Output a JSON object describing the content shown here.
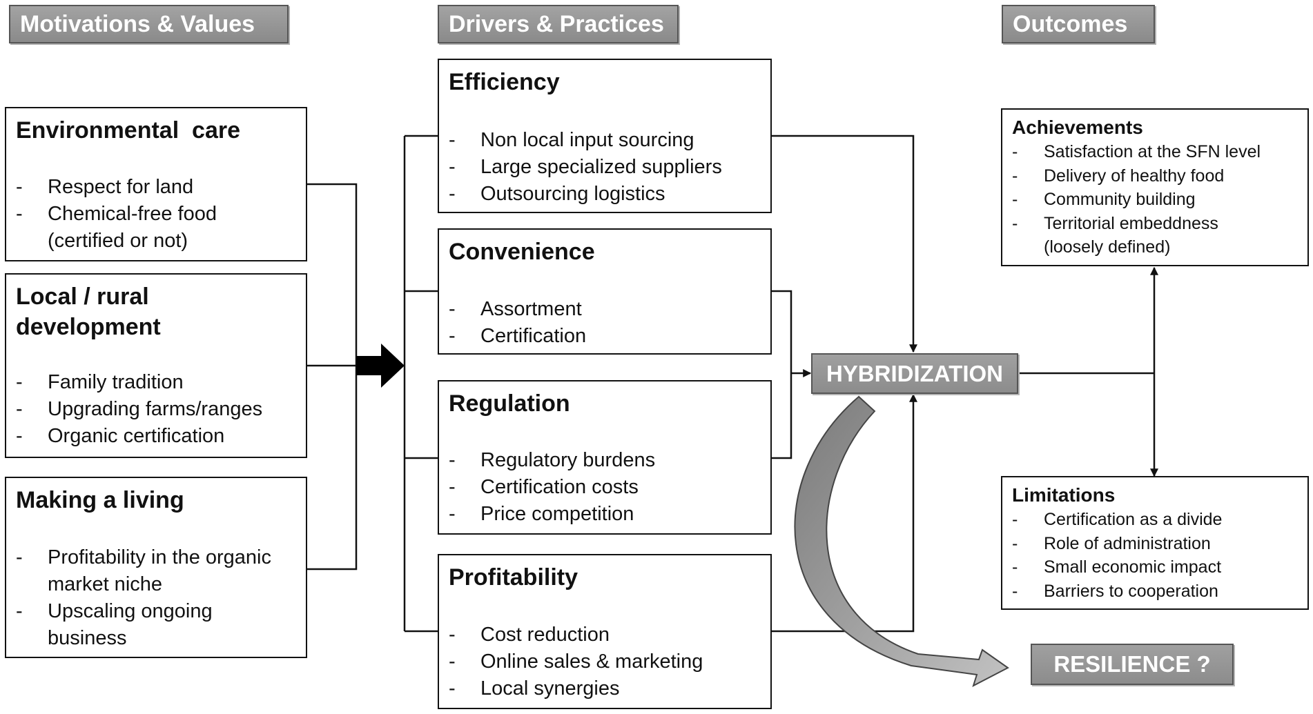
{
  "headers": {
    "motivations": "Motivations & Values",
    "drivers": "Drivers & Practices",
    "outcomes": "Outcomes"
  },
  "motivations": [
    {
      "title": "Environmental  care",
      "items": [
        "Respect for land",
        "Chemical-free food",
        "(certified or not)"
      ],
      "dashes": [
        true,
        true,
        false
      ]
    },
    {
      "title_line1": "Local / rural",
      "title_line2": "development",
      "items": [
        "Family tradition",
        "Upgrading farms/ranges",
        "Organic certification"
      ],
      "dashes": [
        true,
        true,
        true
      ]
    },
    {
      "title": "Making a living",
      "items": [
        "Profitability in the organic",
        "market niche",
        "Upscaling ongoing",
        "business"
      ],
      "dashes": [
        true,
        false,
        true,
        false
      ]
    }
  ],
  "drivers": [
    {
      "title": "Efficiency",
      "items": [
        "Non local input sourcing",
        "Large specialized suppliers",
        "Outsourcing logistics"
      ]
    },
    {
      "title": "Convenience",
      "items": [
        "Assortment",
        "Certification"
      ]
    },
    {
      "title": "Regulation",
      "items": [
        "Regulatory burdens",
        "Certification costs",
        "Price competition"
      ]
    },
    {
      "title": "Profitability",
      "items": [
        "Cost reduction",
        "Online sales & marketing",
        "Local synergies"
      ]
    }
  ],
  "hybridization": "HYBRIDIZATION",
  "resilience": "RESILIENCE ?",
  "outcomes": {
    "achievements": {
      "title": "Achievements",
      "items": [
        "Satisfaction at the SFN level",
        "Delivery  of healthy food",
        "Community building",
        "Territorial embeddness",
        "(loosely defined)"
      ],
      "dashes": [
        true,
        true,
        true,
        true,
        false
      ]
    },
    "limitations": {
      "title": "Limitations",
      "items": [
        "Certification as a divide",
        "Role of administration",
        "Small economic impact",
        "Barriers to cooperation"
      ],
      "dashes": [
        true,
        true,
        true,
        true
      ]
    }
  },
  "dash_glyph": "-",
  "colors": {
    "header_fill": "#999999",
    "header_border": "#555555",
    "box_border": "#111111",
    "connector": "#111111"
  }
}
